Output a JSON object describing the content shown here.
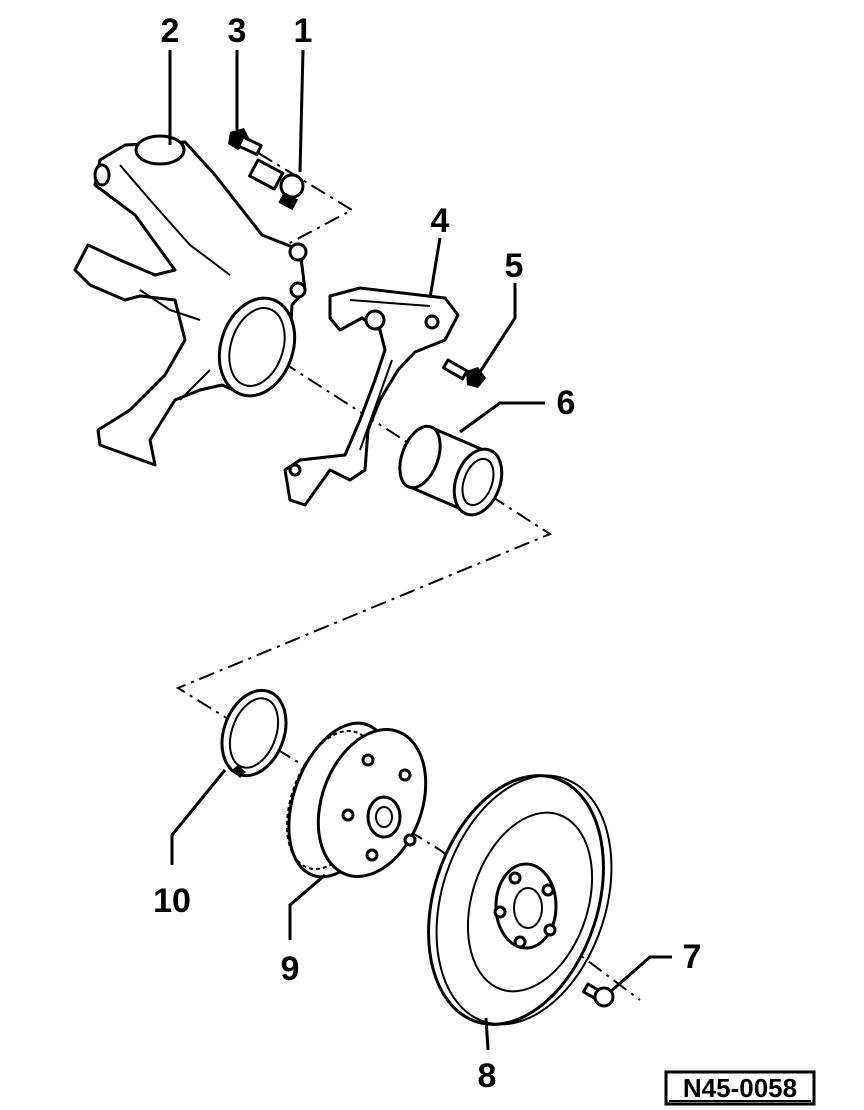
{
  "callouts": [
    {
      "id": "2",
      "label": "2"
    },
    {
      "id": "3",
      "label": "3"
    },
    {
      "id": "1",
      "label": "1"
    },
    {
      "id": "4",
      "label": "4"
    },
    {
      "id": "5",
      "label": "5"
    },
    {
      "id": "6",
      "label": "6"
    },
    {
      "id": "10",
      "label": "10"
    },
    {
      "id": "9",
      "label": "9"
    },
    {
      "id": "7",
      "label": "7"
    },
    {
      "id": "8",
      "label": "8"
    }
  ],
  "reference_code": "N45-0058"
}
